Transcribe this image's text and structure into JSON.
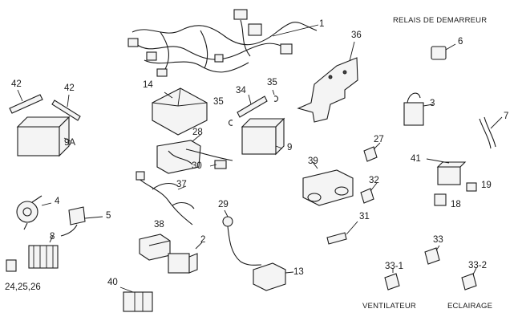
{
  "labels": {
    "n1": "1",
    "n2": "2",
    "n3": "3",
    "n4": "4",
    "n5": "5",
    "n6": "6",
    "n7": "7",
    "n8": "8",
    "n9": "9",
    "n9a": "9A",
    "n13": "13",
    "n14": "14",
    "n18": "18",
    "n19": "19",
    "n24_26": "24,25,26",
    "n27": "27",
    "n28": "28",
    "n29": "29",
    "n30": "30",
    "n31": "31",
    "n32": "32",
    "n33": "33",
    "n33_1": "33-1",
    "n33_2": "33-2",
    "n34": "34",
    "n35a": "35",
    "n35b": "35",
    "n36": "36",
    "n37": "37",
    "n38": "38",
    "n39": "39",
    "n40": "40",
    "n41": "41",
    "n42a": "42",
    "n42b": "42"
  },
  "captions": {
    "starter_relay": "RELAIS DE DEMARREUR",
    "fan": "VENTILATEUR",
    "lighting": "ECLAIRAGE"
  }
}
